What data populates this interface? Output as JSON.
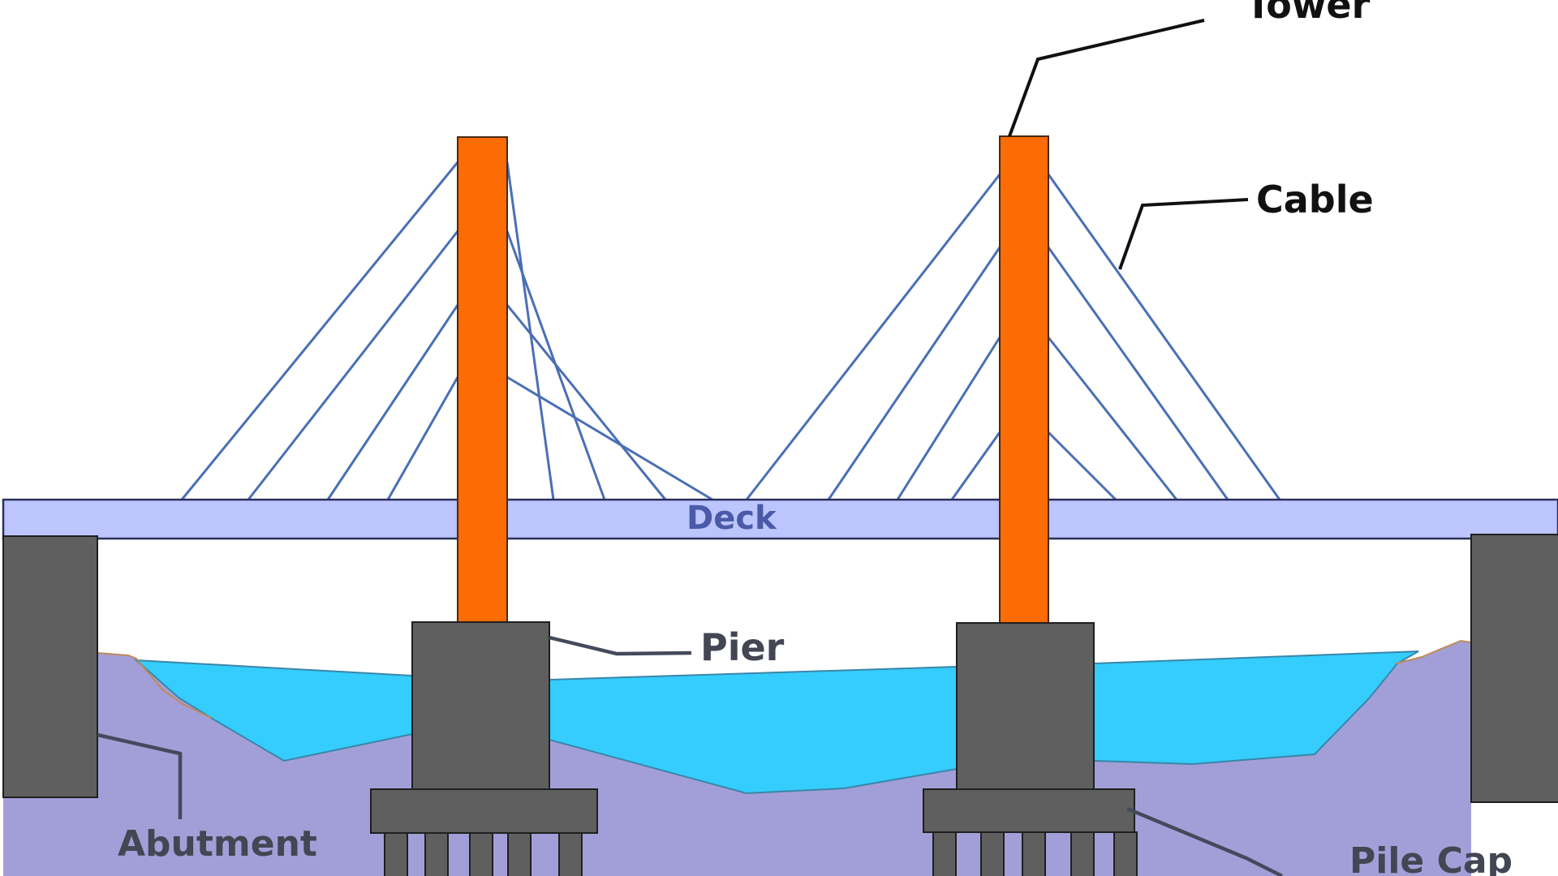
{
  "title": "Cable-Stayed Bridge Components",
  "labels": {
    "tower": "Tower",
    "cable": "Cable",
    "deck": "Deck",
    "pier": "Pier",
    "abutment": "Abutment",
    "pile_cap": "Pile Cap"
  },
  "colors": {
    "background": "#ffffff",
    "tower": "#fd6b04",
    "tower_outline": "#4a2a10",
    "cable": "#4a6fb5",
    "deck": "#bcc5fd",
    "deck_outline": "#2a2f5a",
    "deck_label": "#4a5aa8",
    "concrete": "#5f5f5f",
    "concrete_outline": "#1f1f1f",
    "water": "#34cdfd",
    "ground": "#a29fd8",
    "ground_edge": "#c08a5a",
    "leader_dark": "#111111",
    "leader_gray": "#444a5c",
    "label_dark": "#111111",
    "label_gray": "#434653"
  },
  "towers": [
    {
      "name": "tower-left",
      "cables_per_side": 4
    },
    {
      "name": "tower-right",
      "cables_per_side": 4
    }
  ],
  "pile_groups": [
    {
      "name": "piles-left",
      "count": 5
    },
    {
      "name": "piles-right",
      "count": 5
    }
  ]
}
